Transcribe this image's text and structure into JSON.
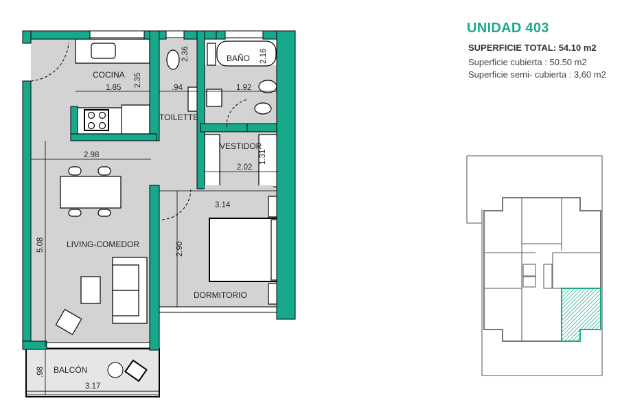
{
  "unit": {
    "title": "UNIDAD 403",
    "total_area": "SUPERFICIE TOTAL: 54.10 m2",
    "covered_area": "Superficie cubierta : 50.50 m2",
    "semi_covered_area": "Superficie semi- cubierta : 3,60 m2"
  },
  "rooms": {
    "cocina": "COCINA",
    "toilette": "TOILETTE",
    "bano": "BAÑO",
    "vestidor": "VESTIDOR",
    "living": "LIVING-COMEDOR",
    "dormitorio": "DORMITORIO",
    "balcon": "BALCÓN"
  },
  "dimensions": {
    "cocina_w": "1.85",
    "cocina_h": "2.35",
    "toilette_w": ".94",
    "toilette_h": "2.36",
    "bano_w": "1.92",
    "bano_h": "2.16",
    "vestidor_w": "2.02",
    "vestidor_h": "1.31",
    "living_w": "2.98",
    "living_h": "5.08",
    "dormitorio_w": "3.14",
    "dormitorio_h": "2.90",
    "balcon_w": "3.17",
    "balcon_h": ".98"
  },
  "colors": {
    "wall": "#17a98b",
    "floor": "#d3d3d3",
    "highlight": "#1aa98b"
  }
}
